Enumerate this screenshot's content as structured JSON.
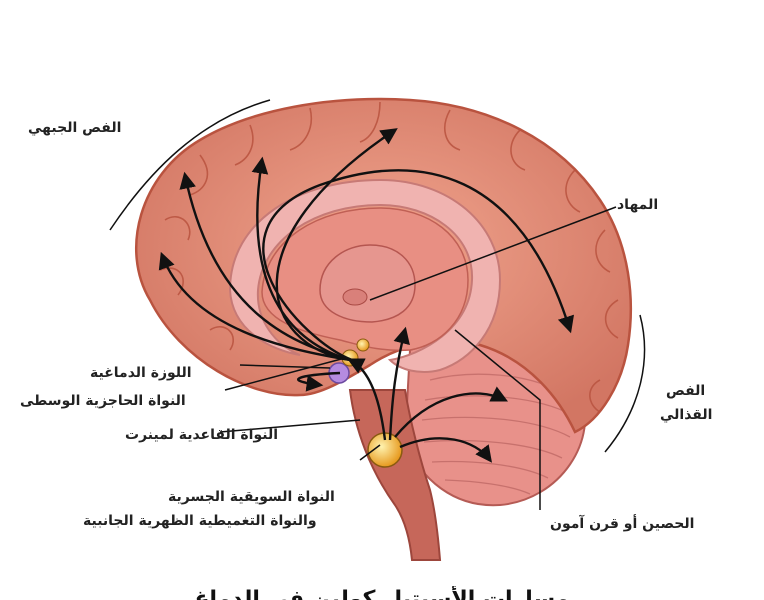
{
  "labels": {
    "frontal_lobe": "الفص الجبهي",
    "thalamus": "المهاد",
    "parietal_lobe_line1": "الفص",
    "parietal_lobe_line2": "القذالي",
    "amygdala": "اللوزة الدماغية",
    "septal_nucleus": "النواة الحاجزية الوسطى",
    "basal_nucleus": "النواة القاعدية لمينرت",
    "pontine_nucleus": "النواة السويقية الجسرية",
    "laterodorsal_nucleus": "والنواة التغميطية الظهرية الجانبية",
    "hippocampus": "الحصين  أو قرن آمون"
  },
  "caption": "مسارات الأسيتيل كولين في الدماغ",
  "colors": {
    "cortex": "#e08a74",
    "cortex_dark": "#b9533f",
    "corpus_callosum": "#f0b3b0",
    "brainstem": "#c6675a",
    "nucleus": "#f5b63a",
    "arrow": "#111111"
  }
}
